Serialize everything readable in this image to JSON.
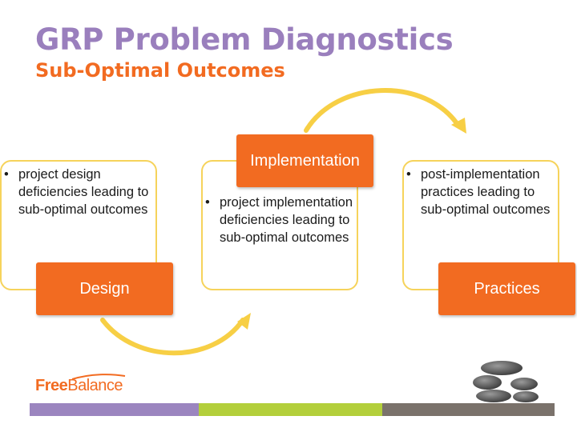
{
  "title": "GRP Problem Diagnostics",
  "subtitle": "Sub-Optimal Outcomes",
  "stages": [
    {
      "label": "Design",
      "text": "project design deficiencies leading to sub-optimal outcomes"
    },
    {
      "label": "Implementation",
      "text": "project implementation deficiencies leading to sub-optimal outcomes"
    },
    {
      "label": "Practices",
      "text": "post-implementation practices leading to sub-optimal outcomes"
    }
  ],
  "logo": {
    "free": "Free",
    "balance": "Balance"
  },
  "colors": {
    "title": "#9a7fbd",
    "accent": "#f26b21",
    "card_border": "#f6d35b",
    "arrow": "#f7cf45",
    "bar_purple": "#9b85bf",
    "bar_green": "#b3cf3b",
    "bar_gray": "#7a726b"
  }
}
